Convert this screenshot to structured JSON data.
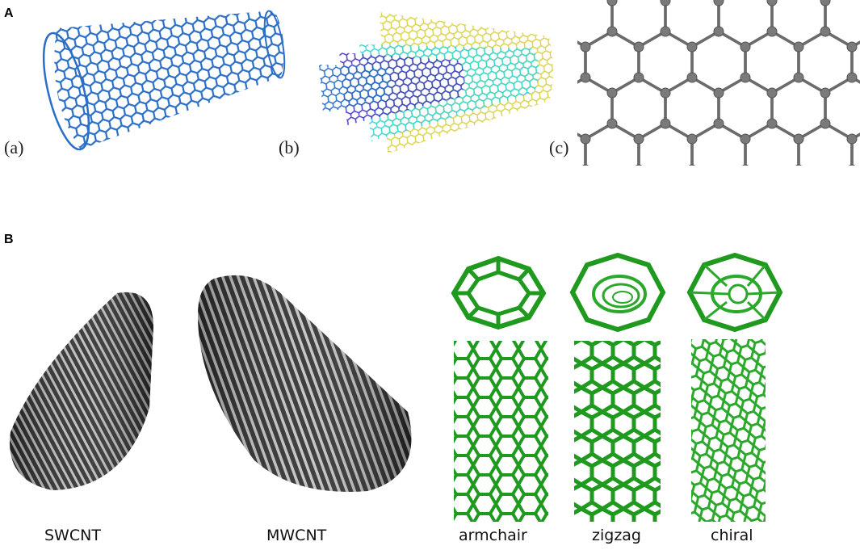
{
  "panel_a": {
    "letter": "A",
    "labels": [
      "(a)",
      "(b)",
      "(c)"
    ]
  },
  "panel_b": {
    "letter": "B",
    "tubes": [
      "SWCNT",
      "MWCNT"
    ],
    "chirality": [
      "armchair",
      "zigzag",
      "chiral"
    ]
  },
  "colors": {
    "single_wall": "#2a6ec7",
    "multi_outer": "#d9d24a",
    "multi_middle": "#38d6d6",
    "multi_inner": "#4b3fc4",
    "graphene": "#6b6b6b",
    "cnt_gray": "#2e2e2e",
    "green": "#1f9a1f"
  }
}
